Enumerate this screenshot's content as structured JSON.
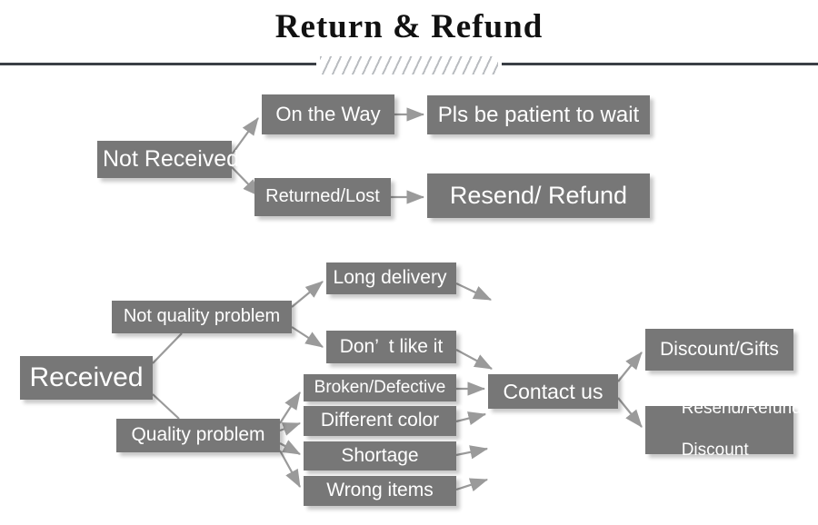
{
  "header": {
    "title": "Return & Refund",
    "divider_icon": "hatched-divider"
  },
  "colors": {
    "node_fill": "#777777",
    "node_text": "#ffffff",
    "rule": "#3a3f45",
    "hatch": "#b9bcc0",
    "arrow": "#9a9a9a",
    "background": "#ffffff"
  },
  "flow": {
    "not_received_branch": {
      "root": "Not Received",
      "on_the_way": "On the Way",
      "pls_wait": "Pls be patient to wait",
      "returned_lost": "Returned/Lost",
      "resend_refund": "Resend/ Refund"
    },
    "received_branch": {
      "root": "Received",
      "not_quality_problem": "Not quality problem",
      "quality_problem": "Quality problem",
      "long_delivery": "Long delivery",
      "dont_like_it": "Don’  t like it",
      "broken_defective": "Broken/Defective",
      "different_color": "Different color",
      "shortage": "Shortage",
      "wrong_items": "Wrong items",
      "contact_us": "Contact us",
      "discount_gifts": "Discount/Gifts",
      "resend_refund_discount_line1": "Resend/Refund/",
      "resend_refund_discount_line2": "Discount"
    }
  }
}
